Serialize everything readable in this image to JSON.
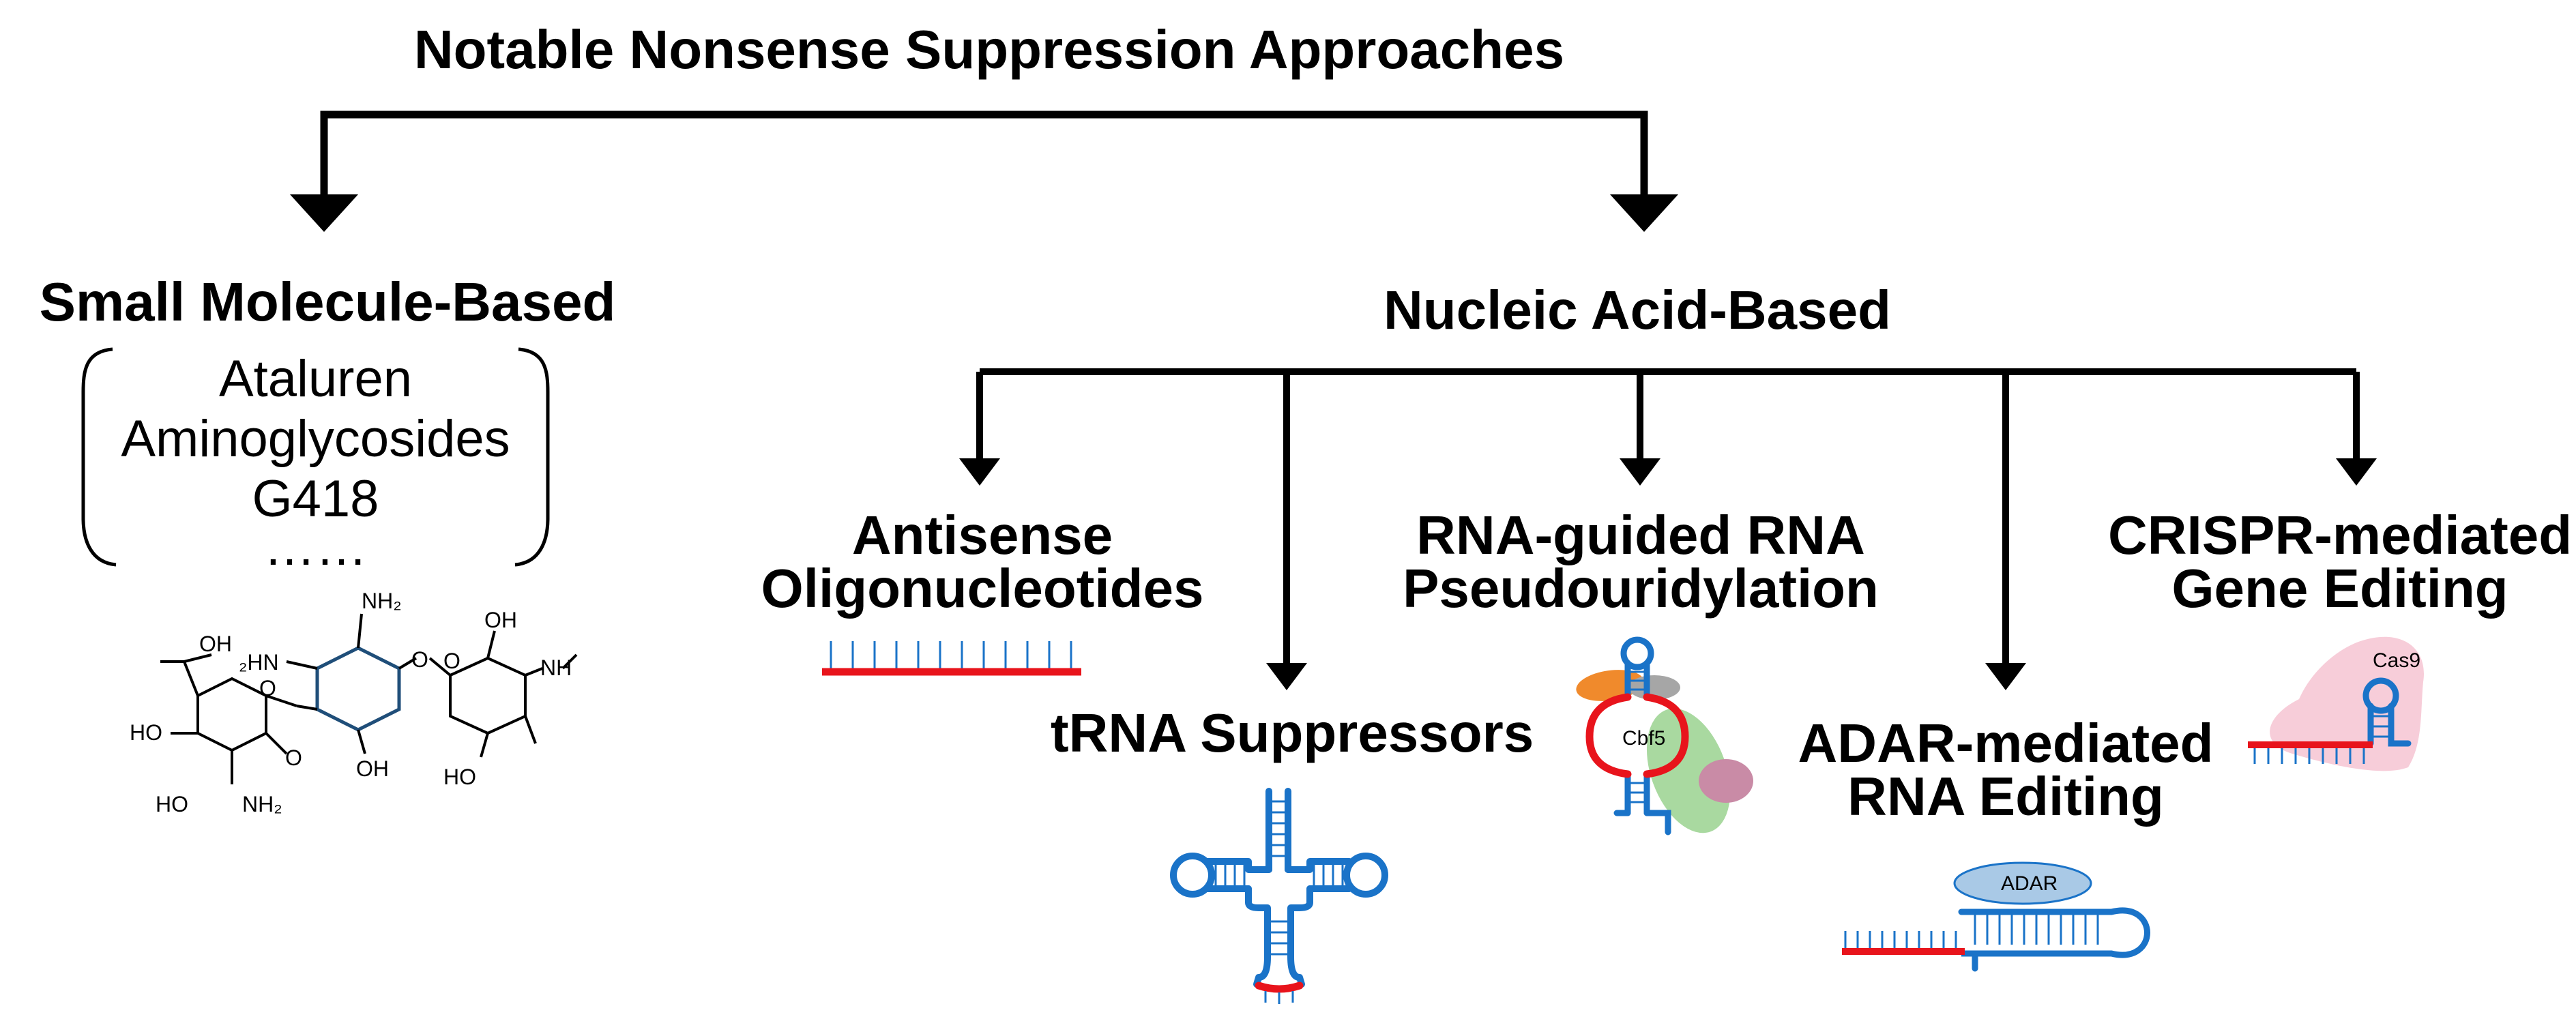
{
  "title": "Notable Nonsense Suppression Approaches",
  "small_molecule": {
    "heading": "Small Molecule-Based",
    "items": [
      "Ataluren",
      "Aminoglycosides",
      "G418",
      "……"
    ],
    "structure_labels": {
      "nh2_top": "NH₂",
      "oh_top_left": "OH",
      "hn": "₂HN",
      "o_bridge_top": "O",
      "oh_top_right": "OH",
      "o_ring_left": "O",
      "o_ring_right": "O",
      "nh": "NH",
      "ho_left": "HO",
      "o_bridge_bottom": "O",
      "oh_mid": "OH",
      "ho_bottom_left": "HO",
      "nh2_bottom": "NH₂",
      "ho_bottom_right": "HO"
    }
  },
  "nucleic_acid": {
    "heading": "Nucleic Acid-Based",
    "approaches": {
      "antisense": {
        "line1": "Antisense",
        "line2": "Oligonucleotides"
      },
      "trna": {
        "line1": "tRNA Suppressors"
      },
      "pseudouridylation": {
        "line1": "RNA-guided RNA",
        "line2": "Pseudouridylation",
        "protein_label": "Cbf5"
      },
      "adar": {
        "line1": "ADAR-mediated",
        "line2": "RNA Editing",
        "protein_label": "ADAR"
      },
      "crispr": {
        "line1": "CRISPR-mediated",
        "line2": "Gene Editing",
        "protein_label": "Cas9"
      }
    }
  },
  "colors": {
    "rna_blue": "#1a73c8",
    "target_red": "#e8141c",
    "arrow_black": "#000000",
    "cas9_pink": "#f7cdd9",
    "cbf5_green": "#a9d9a0",
    "cbf5_orange": "#f08a2c",
    "cbf5_gray": "#a6a6a6",
    "cbf5_mauve": "#c98ba6",
    "adar_blue": "#a9c9e6",
    "ring_dark_blue": "#1f4e79"
  }
}
